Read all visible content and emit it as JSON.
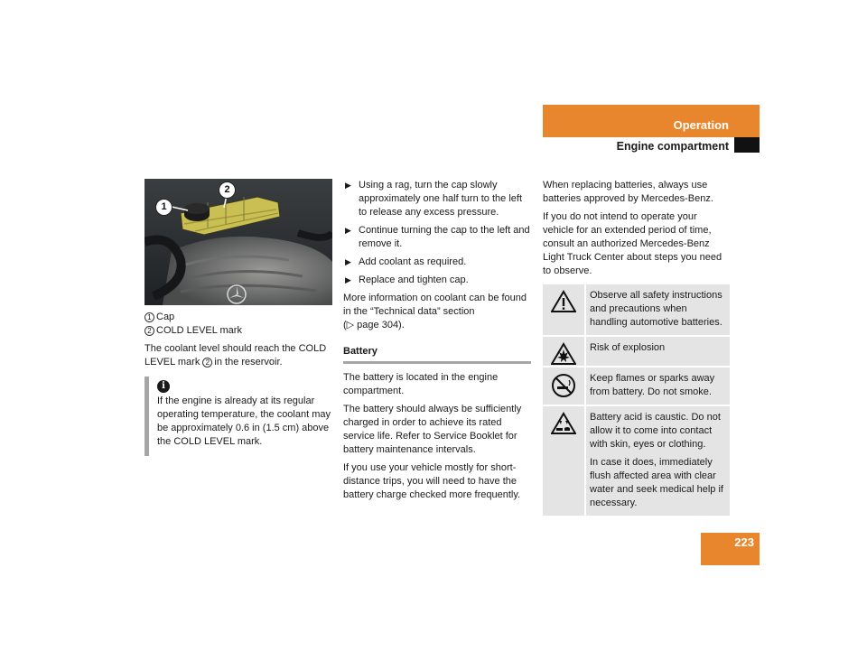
{
  "header": {
    "section": "Operation",
    "subsection": "Engine compartment"
  },
  "page_number": "223",
  "figure": {
    "callout_1": "1",
    "callout_2": "2"
  },
  "legend": [
    {
      "num": "1",
      "text": "Cap"
    },
    {
      "num": "2",
      "text": "COLD LEVEL mark"
    }
  ],
  "coolant": {
    "level_text_a": "The coolant level should reach the COLD LEVEL mark",
    "level_num": "2",
    "level_text_b": "in the reservoir."
  },
  "info": {
    "text": "If the engine is already at its regular operating temperature, the coolant may be approximately 0.6 in (1.5 cm) above the COLD LEVEL mark."
  },
  "steps": [
    "Using a rag, turn the cap slowly approximately one half turn to the left to release any excess pressure.",
    "Continue turning the cap to the left and remove it.",
    "Add coolant as required.",
    "Replace and tighten cap."
  ],
  "more_info": {
    "text": "More information on coolant can be found in the “Technical data” section",
    "ref": "(▷ page 304)."
  },
  "battery": {
    "heading": "Battery",
    "p1": "The battery is located in the engine compartment.",
    "p2": "The battery should always be sufficiently charged in order to achieve its rated service life. Refer to Service Booklet for battery maintenance intervals.",
    "p3": "If you use your vehicle mostly for short-distance trips, you will need to have the battery charge checked more frequently."
  },
  "col3": {
    "p1": "When replacing batteries, always use batteries approved by Mercedes-Benz.",
    "p2": "If you do not intend to operate your vehicle for an extended period of time, consult an authorized Mercedes-Benz Light Truck Center about steps you need to observe."
  },
  "warnings": [
    {
      "icon": "warning-triangle-icon",
      "text": "Observe all safety instructions and precautions when handling automotive batteries."
    },
    {
      "icon": "explosion-hazard-icon",
      "text": "Risk of explosion"
    },
    {
      "icon": "no-flames-no-smoking-icon",
      "text": "Keep flames or sparks away from battery. Do not smoke."
    },
    {
      "icon": "corrosive-hazard-icon",
      "text": "Battery acid is caustic. Do not allow it to come into contact with skin, eyes or clothing.",
      "text2": "In case it does, immediately flush affected area with clear water and seek medical help if necessary."
    }
  ],
  "colors": {
    "accent": "#e8862d",
    "info_bar": "#a6a6a6",
    "warning_bg": "#e4e4e4"
  }
}
